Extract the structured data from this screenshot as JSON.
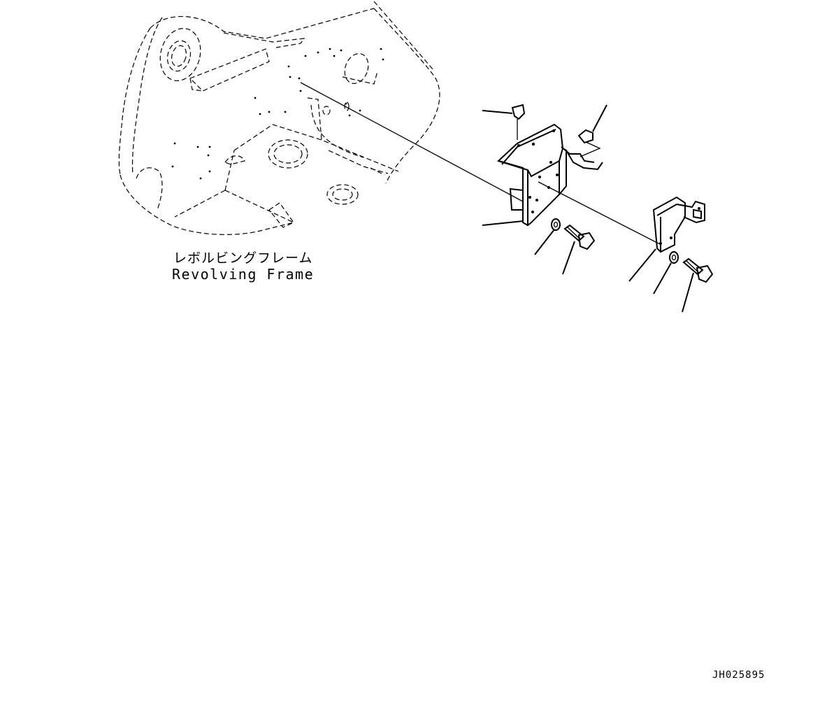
{
  "frame_label": {
    "japanese": "レボルビングフレーム",
    "english": "Revolving Frame"
  },
  "document_id": "JH025895"
}
